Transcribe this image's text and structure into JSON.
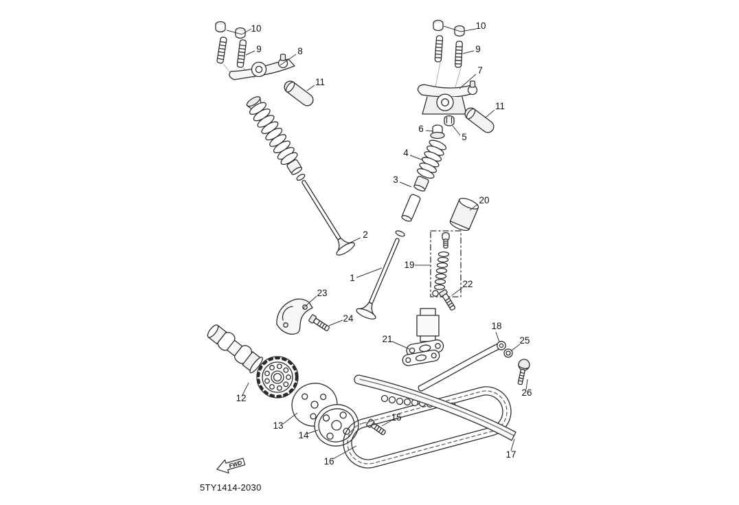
{
  "diagram": {
    "code": "5TY1414-2030",
    "fwd": "FWD",
    "callouts": [
      "10",
      "9",
      "8",
      "11",
      "10",
      "9",
      "7",
      "11",
      "6",
      "5",
      "4",
      "3",
      "2",
      "20",
      "19",
      "22",
      "1",
      "23",
      "24",
      "21",
      "18",
      "25",
      "26",
      "12",
      "13",
      "14",
      "15",
      "16",
      "17"
    ]
  }
}
